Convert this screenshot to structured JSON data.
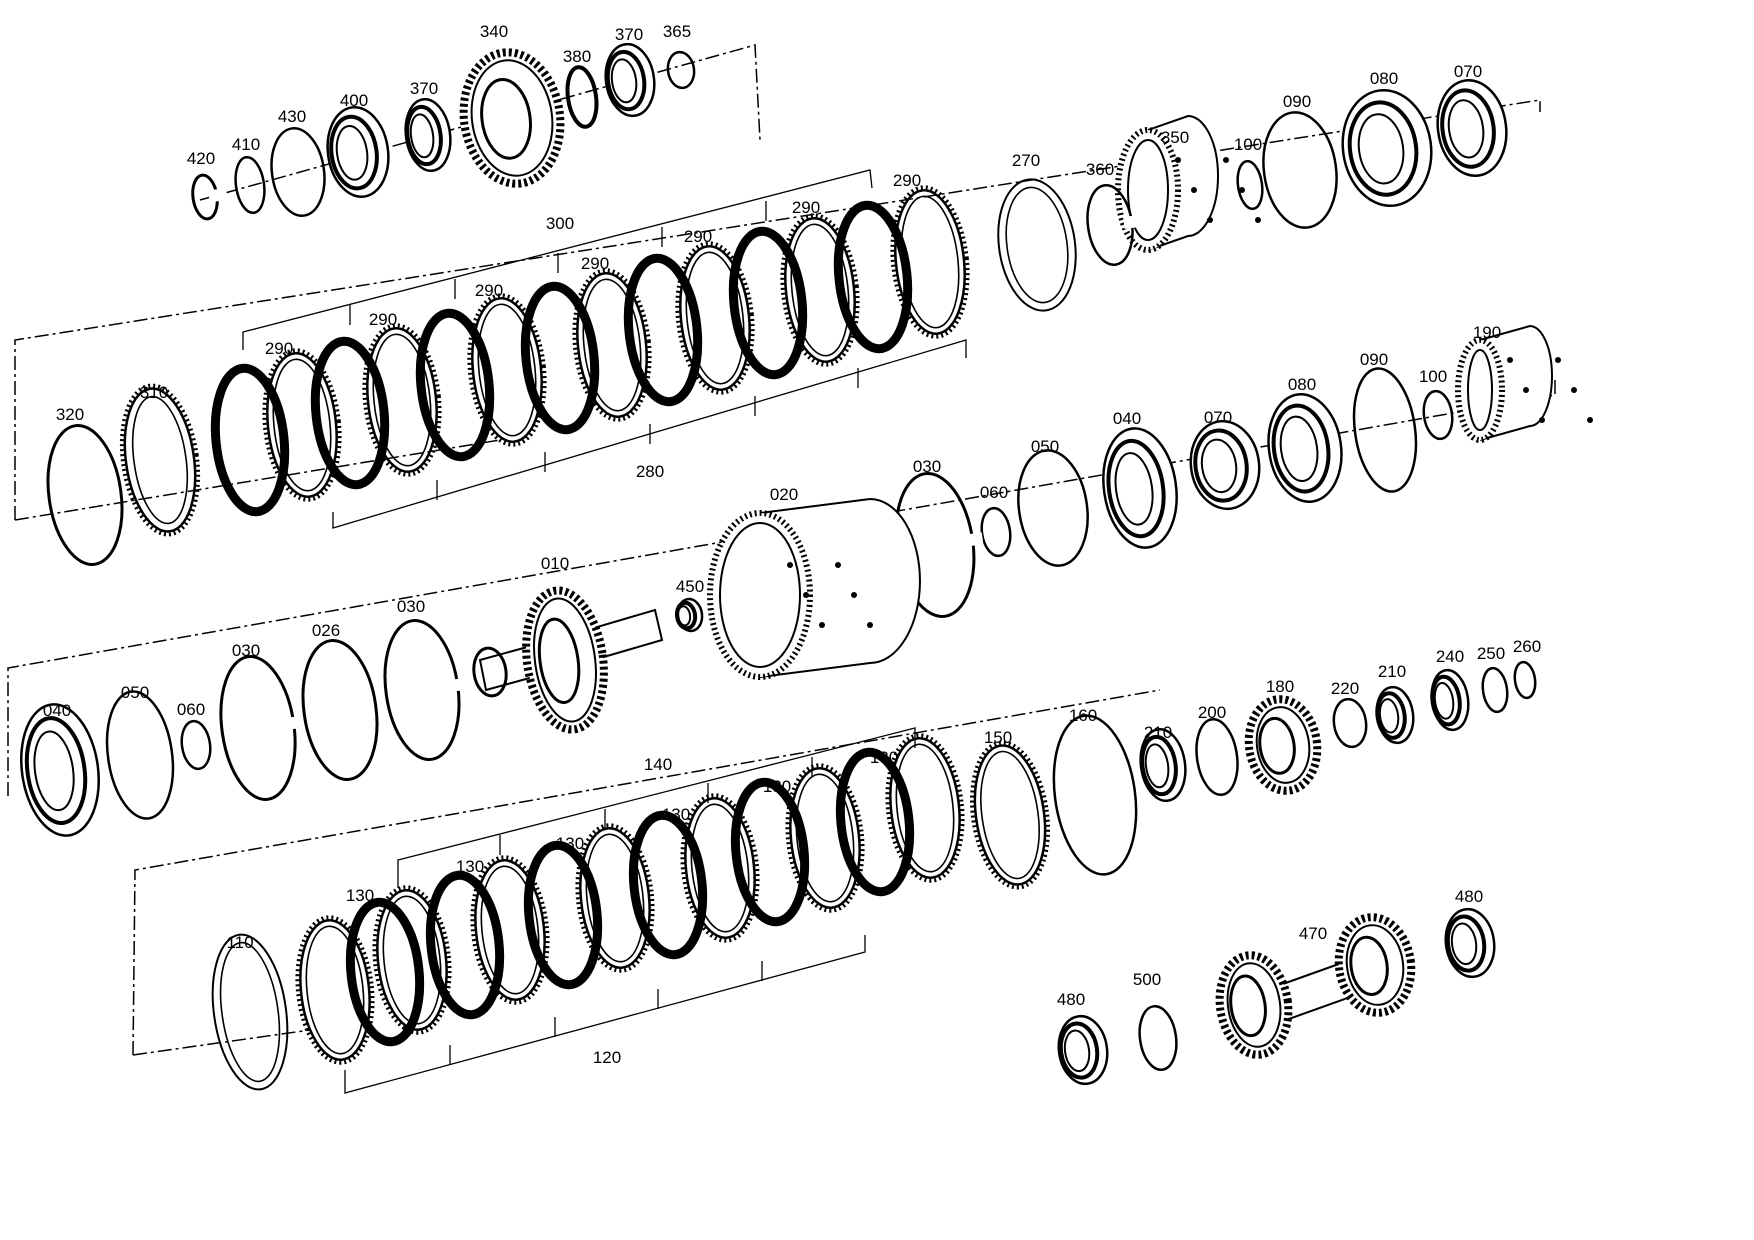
{
  "labels": {
    "420": "420",
    "410": "410",
    "430": "430",
    "400": "400",
    "370": "370",
    "340": "340",
    "380": "380",
    "365": "365",
    "090": "090",
    "080": "080",
    "070": "070",
    "350": "350",
    "100": "100",
    "360": "360",
    "270": "270",
    "290": "290",
    "300": "300",
    "280": "280",
    "320": "320",
    "310": "310",
    "190": "190",
    "040": "040",
    "050": "050",
    "030": "030",
    "060": "060",
    "020": "020",
    "010": "010",
    "450": "450",
    "026": "026",
    "150": "150",
    "160": "160",
    "210": "210",
    "200": "200",
    "180": "180",
    "220": "220",
    "240": "240",
    "250": "250",
    "260": "260",
    "140": "140",
    "130": "130",
    "120": "120",
    "110": "110",
    "480": "480",
    "500": "500",
    "470": "470"
  }
}
